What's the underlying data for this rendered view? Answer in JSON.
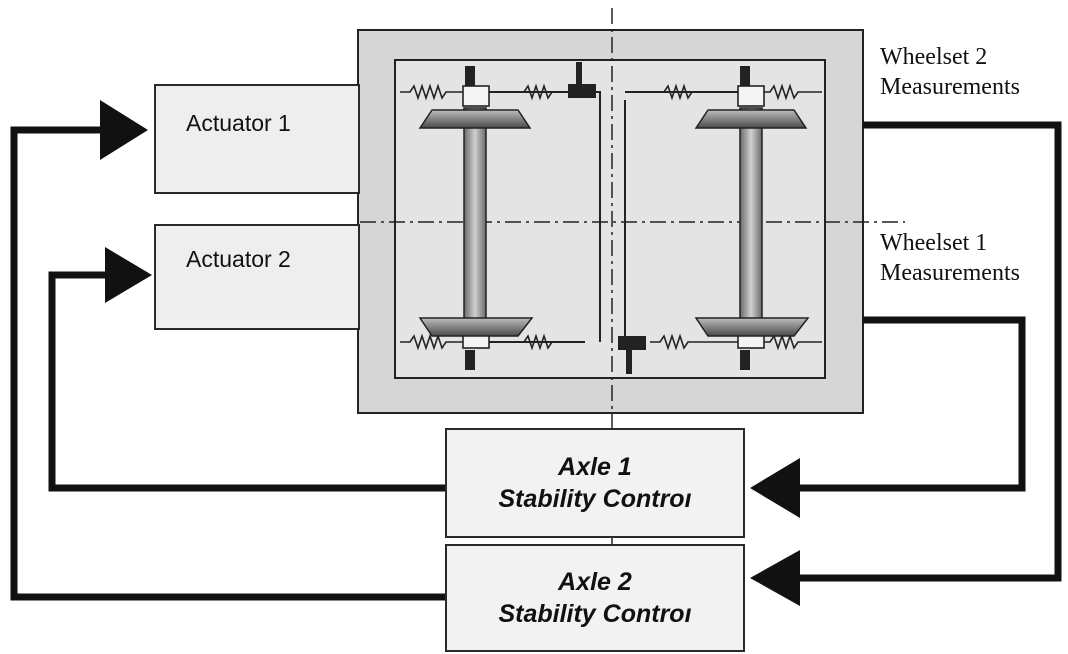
{
  "actuators": [
    {
      "label": "Actuator 1"
    },
    {
      "label": "Actuator 2"
    }
  ],
  "controllers": [
    {
      "line1": "Axle 1",
      "line2": "Stability Controı"
    },
    {
      "line1": "Axle 2",
      "line2": "Stability Controı"
    }
  ],
  "measurements": [
    {
      "line1": "Wheelset 2",
      "line2": "Measurements"
    },
    {
      "line1": "Wheelset 1",
      "line2": "Measurements"
    }
  ],
  "colors": {
    "line": "#111111",
    "frame_fill": "#d6d6d6",
    "box_fill": "#eeeeee",
    "wheel_fill": "#8a8a8a"
  }
}
